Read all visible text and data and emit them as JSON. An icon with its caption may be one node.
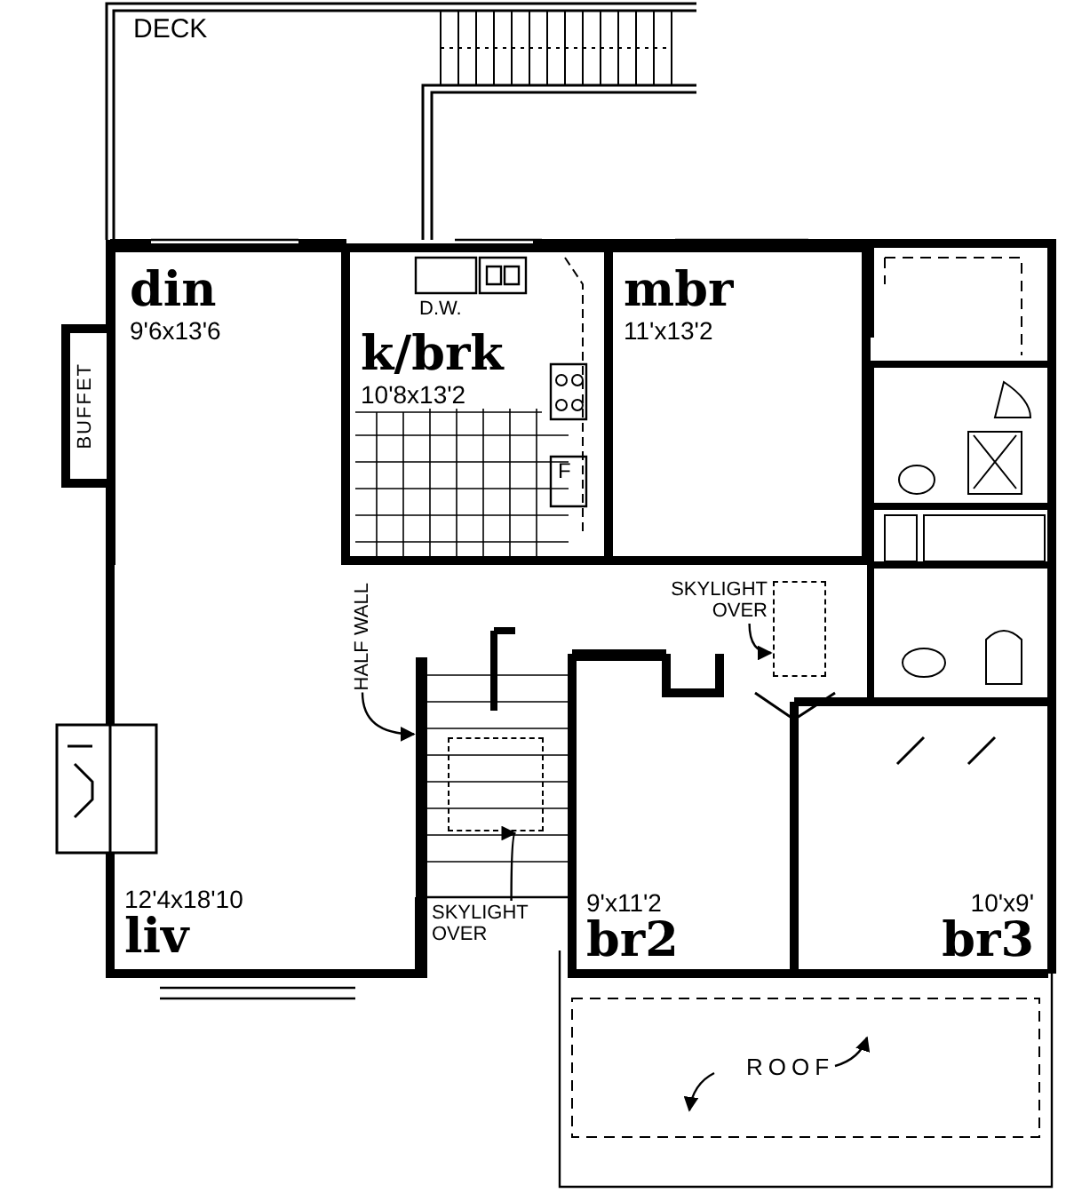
{
  "diagram": {
    "nodes": [
      {
        "text": [
          "DECK"
        ]
      },
      {
        "text": [
          "din",
          "9'6x13'6"
        ]
      },
      {
        "text": [
          "k/brk",
          "10'8x13'2"
        ]
      },
      {
        "text": [
          "mbr",
          "11'x13'2"
        ]
      },
      {
        "text": [
          "12'4x18'10",
          "liv"
        ]
      },
      {
        "text": [
          "9'x11'2",
          "br2"
        ]
      },
      {
        "text": [
          "10'x9'",
          "br3"
        ]
      },
      {
        "text": [
          "ROOF"
        ]
      },
      {
        "text": [
          "SKYLIGHT OVER"
        ]
      },
      {
        "text": [],
        "shape": "box"
      },
      {
        "text": [
          "HALF WALL"
        ]
      },
      {
        "text": [
          "SKYLIGHT OVER"
        ]
      },
      {
        "text": [],
        "shape": "box"
      },
      {
        "text": [],
        "shape": "bar"
      }
    ],
    "edges": [
      {
        "from": 8,
        "to": 9,
        "arrow": "to"
      },
      {
        "from": 10,
        "to": 13,
        "arrow": "to"
      },
      {
        "from": 11,
        "to": 12,
        "arrow": "to"
      }
    ],
    "labels": [
      "BUFFET",
      "D.W.",
      "F"
    ]
  }
}
